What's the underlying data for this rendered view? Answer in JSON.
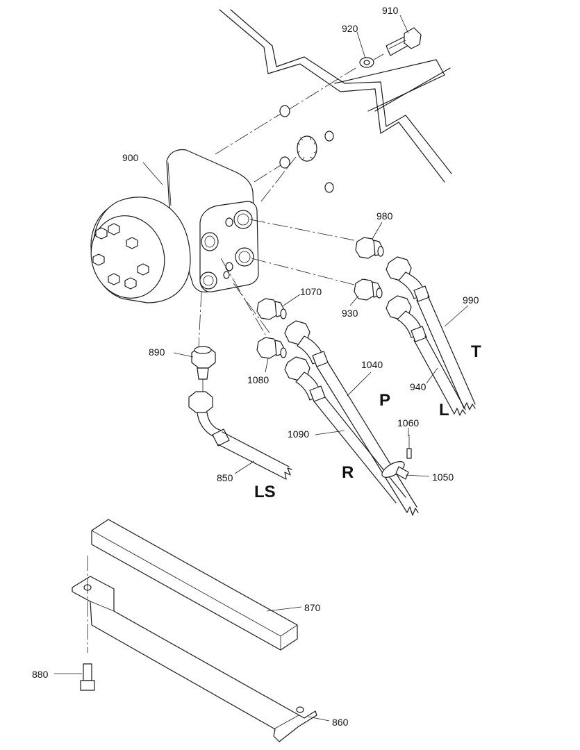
{
  "part_labels": {
    "p910": "910",
    "p920": "920",
    "p900": "900",
    "p980": "980",
    "p990": "990",
    "p930": "930",
    "p1070": "1070",
    "p940": "940",
    "p890": "890",
    "p1040": "1040",
    "p1080": "1080",
    "p1060": "1060",
    "p1090": "1090",
    "p1050": "1050",
    "p850": "850",
    "p870": "870",
    "p880": "880",
    "p860": "860"
  },
  "port_labels": {
    "t": "T",
    "l": "L",
    "p": "P",
    "r": "R",
    "ls": "LS"
  }
}
